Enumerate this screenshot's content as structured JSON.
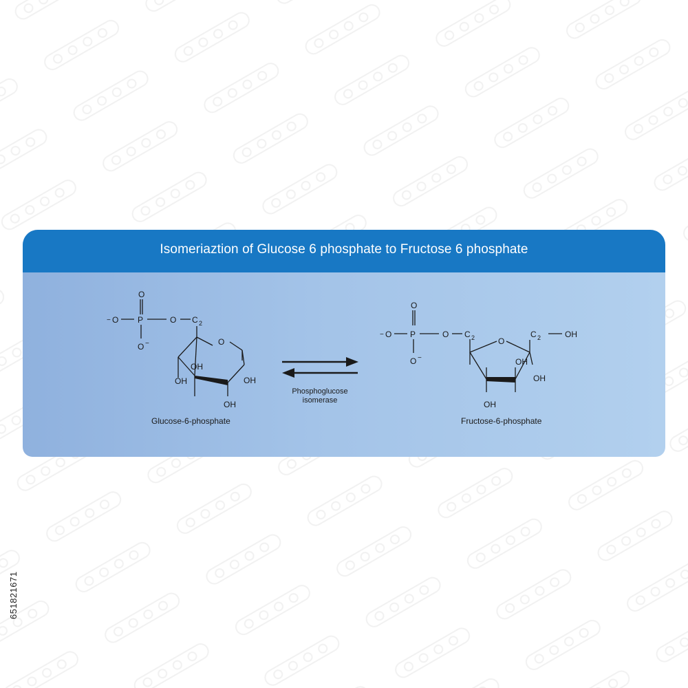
{
  "header": {
    "title": "Isomeriaztion of Glucose 6 phosphate to Fructose 6 phosphate"
  },
  "glucose": {
    "name": "Glucose-6-phosphate",
    "phosphate_o_top": "O",
    "phosphate_minus_o_left": "O",
    "phosphate_p": "P",
    "phosphate_o_bottom": "O",
    "bridge_o": "O",
    "ch2": "C",
    "ch2_sub": "2",
    "ring_o": "O",
    "oh_inner": "OH",
    "oh_left": "OH",
    "oh_right": "OH",
    "oh_bottom": "OH"
  },
  "enzyme": {
    "line1": "Phosphoglucose",
    "line2": "isomerase"
  },
  "fructose": {
    "name": "Fructose-6-phosphate",
    "phosphate_o_top": "O",
    "phosphate_minus_o_left": "O",
    "phosphate_p": "P",
    "phosphate_o_bottom": "O",
    "bridge_o": "O",
    "ch2": "C",
    "ch2_sub": "2",
    "ring_o": "O",
    "ch2_right": "C",
    "ch2_right_sub": "2",
    "oh_terminal": "OH",
    "oh_anomeric": "OH",
    "oh_c3": "OH",
    "oh_c4": "OH"
  },
  "stock_id": "651821671",
  "colors": {
    "header": "#1878c4",
    "panel_left": "#8fb1de",
    "panel_right": "#b2d0ee",
    "ink": "#1a1a1a"
  }
}
